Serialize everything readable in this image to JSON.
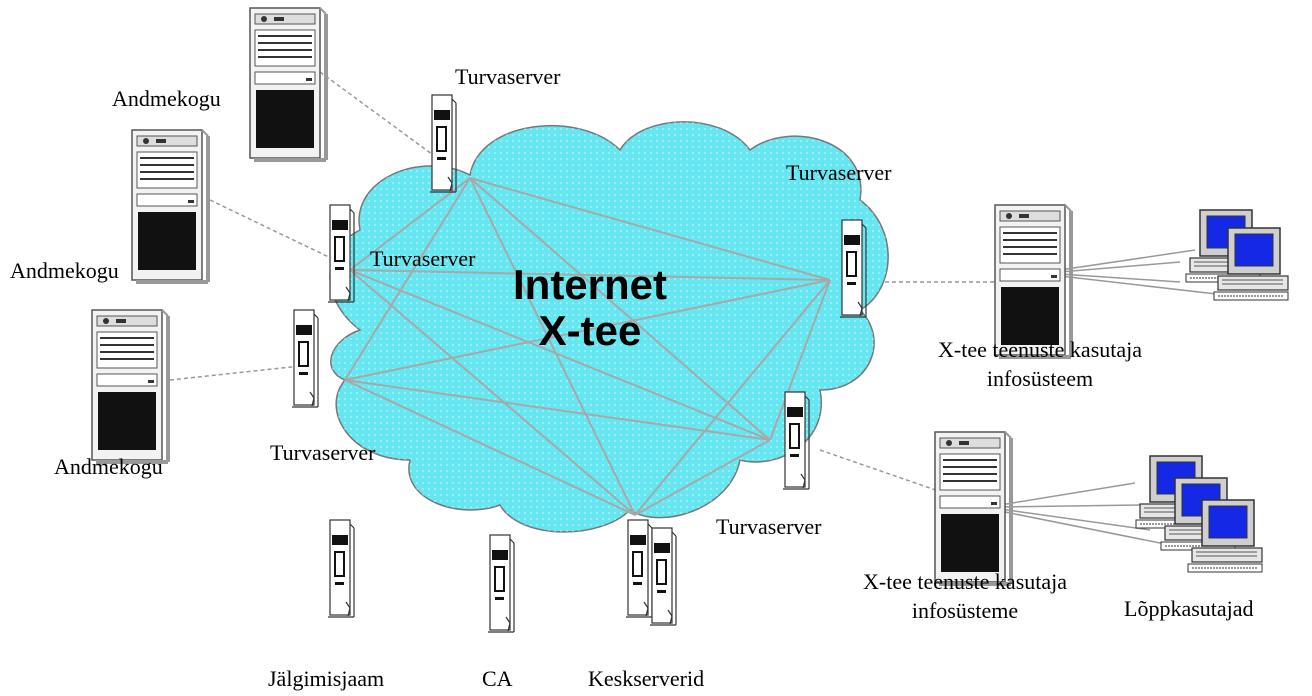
{
  "cloud": {
    "line1": "Internet",
    "line2": "X-tee",
    "fill": "#66e6f0",
    "dots": "#ffffff"
  },
  "labels": {
    "andmekogu_1": "Andmekogu",
    "andmekogu_2": "Andmekogu",
    "andmekogu_3": "Andmekogu",
    "turvaserver_top": "Turvaserver",
    "turvaserver_left": "Turvaserver",
    "turvaserver_right": "Turvaserver",
    "turvaserver_bottom_left": "Turvaserver",
    "turvaserver_bottom_right": "Turvaserver",
    "kasutaja_is_1_line1": "X-tee teenuste kasutaja",
    "kasutaja_is_1_line2": "infosüsteem",
    "kasutaja_is_2_line1": "X-tee teenuste kasutaja",
    "kasutaja_is_2_line2": "infosüsteme",
    "lopp": "Lõppkasutajad",
    "jalgimisjaam": "Jälgimisjaam",
    "ca": "CA",
    "keskserverid": "Keskserverid"
  },
  "colors": {
    "link": "#b0b0b0",
    "monitor_screen": "#1428e6",
    "server_body": "#f2f2f2",
    "server_dark": "#111111"
  }
}
